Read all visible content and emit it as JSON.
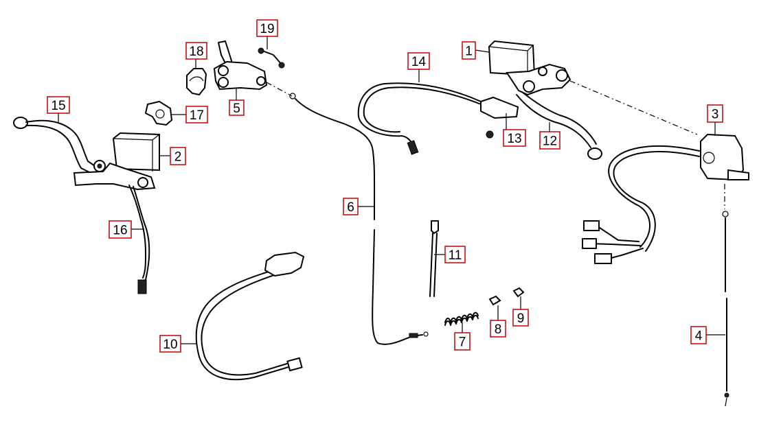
{
  "diagram": {
    "callouts": [
      {
        "id": "p1",
        "label": "1"
      },
      {
        "id": "p2",
        "label": "2"
      },
      {
        "id": "p3",
        "label": "3"
      },
      {
        "id": "p4",
        "label": "4"
      },
      {
        "id": "p5",
        "label": "5"
      },
      {
        "id": "p6",
        "label": "6"
      },
      {
        "id": "p7",
        "label": "7"
      },
      {
        "id": "p8",
        "label": "8"
      },
      {
        "id": "p9",
        "label": "9"
      },
      {
        "id": "p10",
        "label": "10"
      },
      {
        "id": "p11",
        "label": "11"
      },
      {
        "id": "p12",
        "label": "12"
      },
      {
        "id": "p13",
        "label": "13"
      },
      {
        "id": "p14",
        "label": "14"
      },
      {
        "id": "p15",
        "label": "15"
      },
      {
        "id": "p16",
        "label": "16"
      },
      {
        "id": "p17",
        "label": "17"
      },
      {
        "id": "p18",
        "label": "18"
      },
      {
        "id": "p19",
        "label": "19"
      }
    ],
    "colors": {
      "callout_border": "#c00000",
      "line": "#000000",
      "background": "#ffffff"
    }
  }
}
